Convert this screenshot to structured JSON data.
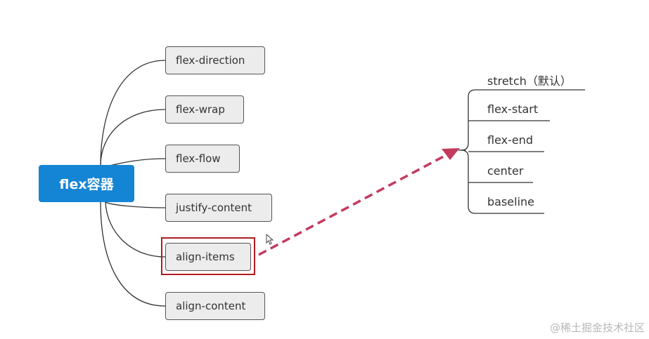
{
  "root": {
    "label": "flex容器"
  },
  "properties": [
    {
      "label": "flex-direction"
    },
    {
      "label": "flex-wrap"
    },
    {
      "label": "flex-flow"
    },
    {
      "label": "justify-content"
    },
    {
      "label": "align-items"
    },
    {
      "label": "align-content"
    }
  ],
  "highlighted_property": "align-items",
  "values": [
    {
      "label": "stretch（默认）"
    },
    {
      "label": "flex-start"
    },
    {
      "label": "flex-end"
    },
    {
      "label": "center"
    },
    {
      "label": "baseline"
    }
  ],
  "watermark": "@稀土掘金技术社区",
  "colors": {
    "root_fill": "#1485d4",
    "node_fill": "#ececec",
    "highlight": "#b01c22",
    "arrow": "#c33b5e"
  },
  "icons": [
    "mouse-cursor-icon"
  ]
}
